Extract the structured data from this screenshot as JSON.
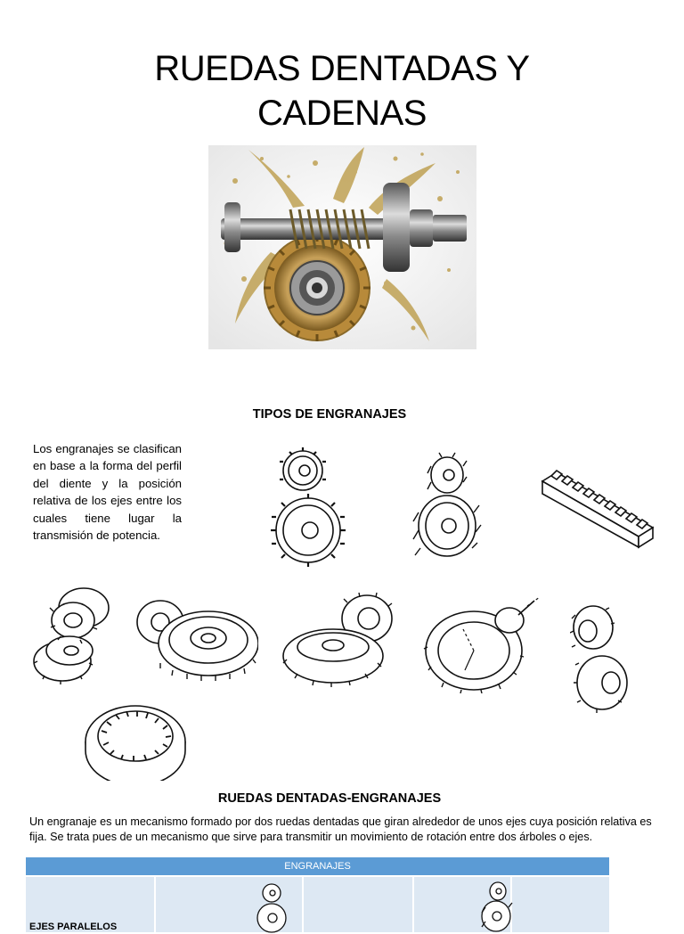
{
  "document": {
    "title_line1": "RUEDAS DENTADAS Y",
    "title_line2": "CADENAS"
  },
  "section_types": {
    "heading": "TIPOS DE ENGRANAJES",
    "intro_text": "Los engranajes se clasifican en base a la forma del perfil del diente y la posición relativa de los ejes entre los cuales tiene lugar la transmisión de potencia."
  },
  "section_gears": {
    "heading": "RUEDAS DENTADAS-ENGRANAJES",
    "paragraph": "Un engranaje es un mecanismo formado por dos ruedas dentadas que giran alrededor de unos ejes cuya posición relativa es fija. Se trata pues de un mecanismo que sirve para transmitir un movimiento de rotación entre dos árboles o ejes."
  },
  "table": {
    "header": "ENGRANAJES",
    "row1_label": "EJES PARALELOS"
  },
  "colors": {
    "table_header_bg": "#5b9bd5",
    "table_cell_bg": "#dde8f3",
    "gear_bronze": "#b88a3a"
  }
}
